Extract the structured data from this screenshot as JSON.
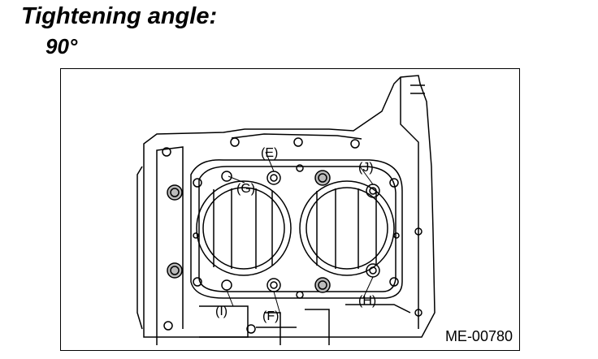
{
  "header": {
    "title": "Tightening angle:",
    "angle": "90°"
  },
  "figure": {
    "code": "ME-00780",
    "labels": {
      "e": "(E)",
      "f": "(F)",
      "g": "(G)",
      "h": "(H)",
      "i": "(I)",
      "j": "(J)"
    }
  }
}
